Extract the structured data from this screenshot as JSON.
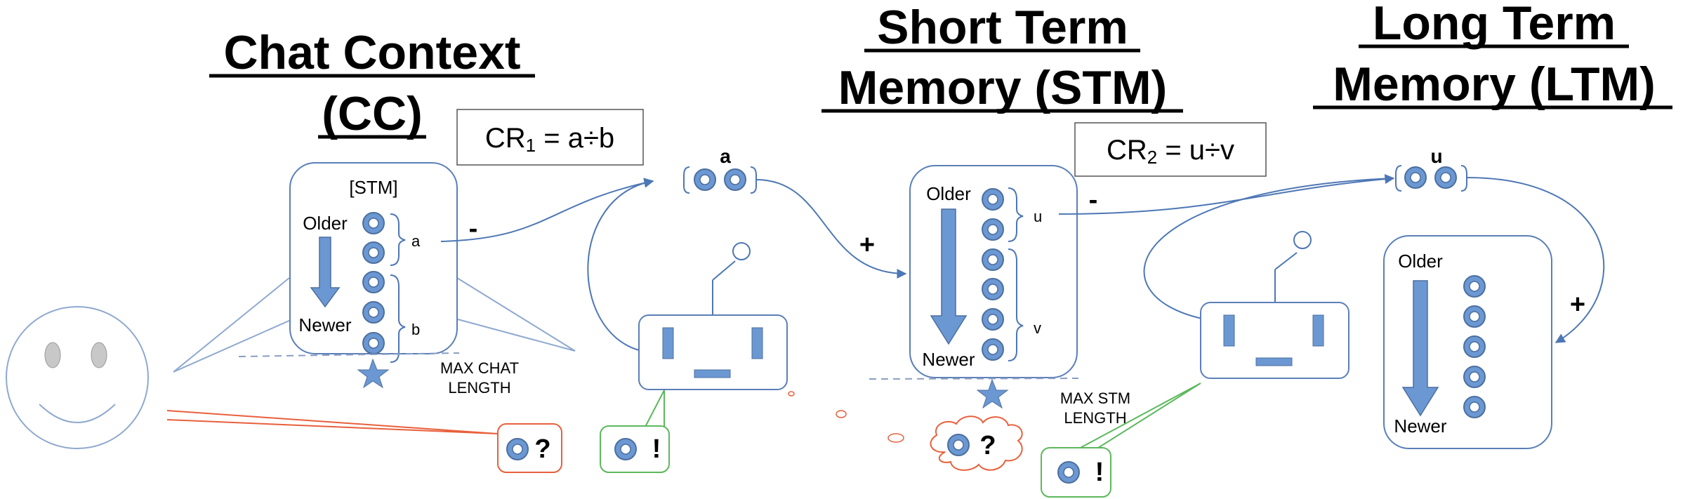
{
  "sections": {
    "cc": {
      "title_line1": "Chat Context",
      "title_line2": "(CC)"
    },
    "stm": {
      "title_line1": "Short Term",
      "title_line2": "Memory (STM)"
    },
    "ltm": {
      "title_line1": "Long Term",
      "title_line2": "Memory (LTM)"
    }
  },
  "compression": {
    "cr1": {
      "prefix": "CR",
      "sub": "1",
      "expr": " = a÷b"
    },
    "cr2": {
      "prefix": "CR",
      "sub": "2",
      "expr": " = u÷v"
    }
  },
  "chat_context_box": {
    "header": "[STM]",
    "older": "Older",
    "newer": "Newer",
    "group_a": "a",
    "group_b": "b",
    "limit_label_line1": "MAX CHAT",
    "limit_label_line2": "LENGTH"
  },
  "stm_box": {
    "older": "Older",
    "newer": "Newer",
    "group_u": "u",
    "group_v": "v",
    "limit_label_line1": "MAX STM",
    "limit_label_line2": "LENGTH"
  },
  "ltm_box": {
    "older": "Older",
    "newer": "Newer"
  },
  "summaries": {
    "a_label": "a",
    "u_label": "u"
  },
  "signs": {
    "minus1": "-",
    "plus1": "+",
    "minus2": "-",
    "plus2": "+"
  },
  "bubbles": {
    "user_question": "?",
    "bot_exclaim_1": "!",
    "thought_question": "?",
    "bot_exclaim_2": "!"
  },
  "colors": {
    "accent_blue": "#6b98d3",
    "line_blue": "#4d77b5",
    "user_red": "#e8603c",
    "bot_green": "#5cb85c"
  }
}
